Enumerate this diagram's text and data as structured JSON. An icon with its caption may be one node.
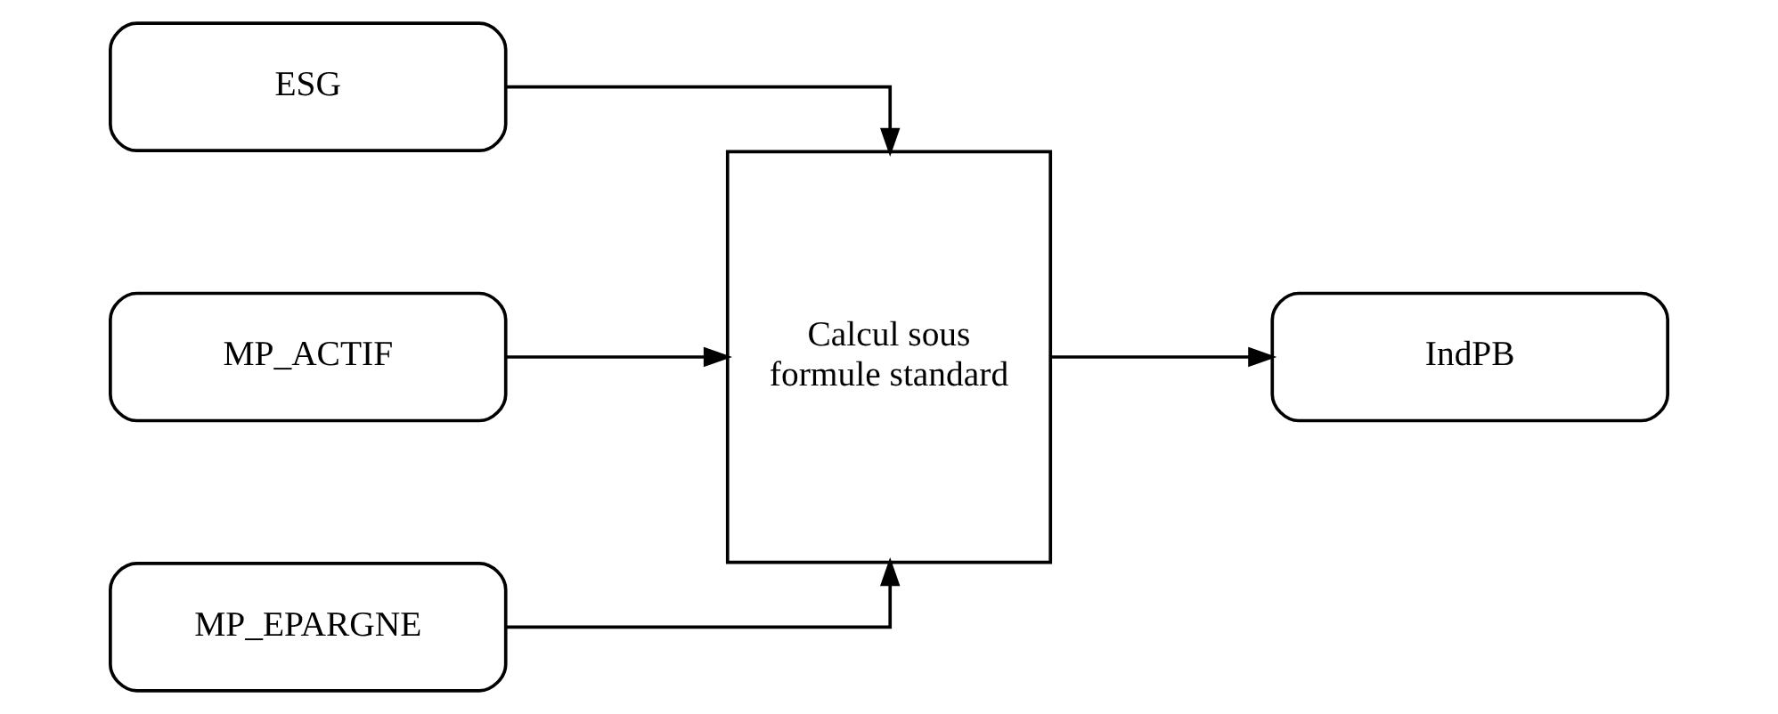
{
  "diagram": {
    "nodes": [
      {
        "text": [
          "ESG"
        ]
      },
      {
        "text": [
          "MP_ACTIF"
        ]
      },
      {
        "text": [
          "MP_EPARGNE"
        ]
      },
      {
        "text": [
          "Calcul sous formule standard"
        ]
      },
      {
        "text": [
          "IndPB"
        ]
      }
    ],
    "edges": [
      {
        "from": 0,
        "to": 3,
        "arrow": "to"
      },
      {
        "from": 1,
        "to": 3,
        "arrow": "to"
      },
      {
        "from": 2,
        "to": 3,
        "arrow": "to"
      },
      {
        "from": 3,
        "to": 4,
        "arrow": "to"
      }
    ]
  }
}
